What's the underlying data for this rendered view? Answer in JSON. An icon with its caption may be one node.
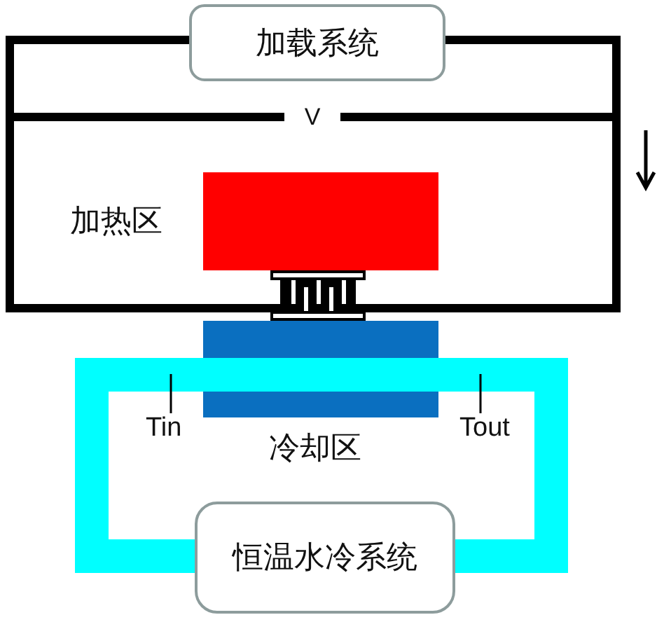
{
  "diagram": {
    "nodes": [
      {
        "text": [
          "加载系统"
        ]
      },
      {
        "text": [
          "加热区"
        ]
      },
      {
        "text": [],
        "shape": "picture"
      },
      {
        "text": [
          "冷却区"
        ]
      },
      {
        "text": [
          "Tin"
        ]
      },
      {
        "text": [
          "Tout"
        ]
      },
      {
        "text": [
          "恒温水冷系统"
        ]
      }
    ],
    "edges": [
      {
        "from": 0,
        "to": 2,
        "arrow": "none"
      },
      {
        "from": 0,
        "to": 2,
        "arrow": "none"
      },
      {
        "from": 6,
        "to": 3,
        "arrow": "none",
        "style": "thick",
        "color": "#00ffff"
      },
      {
        "from": 6,
        "to": 3,
        "arrow": "none",
        "style": "thick",
        "color": "#00ffff"
      },
      {
        "from": 4,
        "to": null,
        "arrow": "none"
      },
      {
        "from": 5,
        "to": null,
        "arrow": "none"
      }
    ],
    "labels": [
      "V"
    ]
  }
}
